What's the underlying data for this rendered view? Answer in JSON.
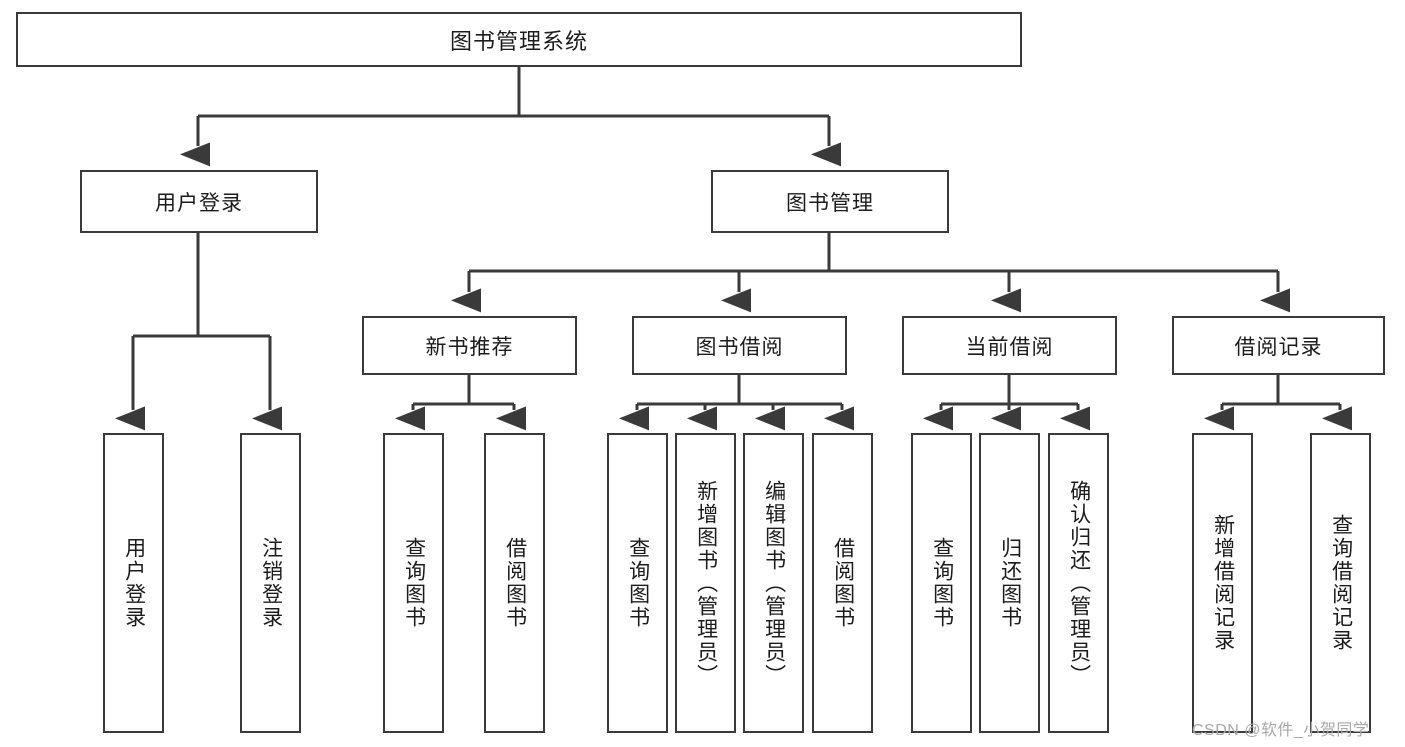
{
  "diagram": {
    "type": "tree-hierarchy",
    "title": "图书管理系统",
    "levels": 4,
    "colors": {
      "box_border": "#3a3a3a",
      "box_fill": "#ffffff",
      "connector": "#3a3a3a",
      "text": "#1c1c1c",
      "watermark": "#a8a8a8",
      "background": "#ffffff"
    },
    "root": {
      "label": "图书管理系统"
    },
    "level2": [
      {
        "label": "用户登录"
      },
      {
        "label": "图书管理"
      }
    ],
    "level3": [
      {
        "label": "新书推荐"
      },
      {
        "label": "图书借阅"
      },
      {
        "label": "当前借阅"
      },
      {
        "label": "借阅记录"
      }
    ],
    "leaves": {
      "user_login": [
        {
          "label": "用户登录"
        },
        {
          "label": "注销登录"
        }
      ],
      "new_book_recommend": [
        {
          "label": "查询图书"
        },
        {
          "label": "借阅图书"
        }
      ],
      "book_borrow": [
        {
          "label": "查询图书"
        },
        {
          "label": "新增图书（管理员）"
        },
        {
          "label": "编辑图书（管理员）"
        },
        {
          "label": "借阅图书"
        }
      ],
      "current_borrow": [
        {
          "label": "查询图书"
        },
        {
          "label": "归还图书"
        },
        {
          "label": "确认归还（管理员）"
        }
      ],
      "borrow_record": [
        {
          "label": "新增借阅记录"
        },
        {
          "label": "查询借阅记录"
        }
      ]
    },
    "watermark": "CSDN @软件_小贺同学"
  }
}
